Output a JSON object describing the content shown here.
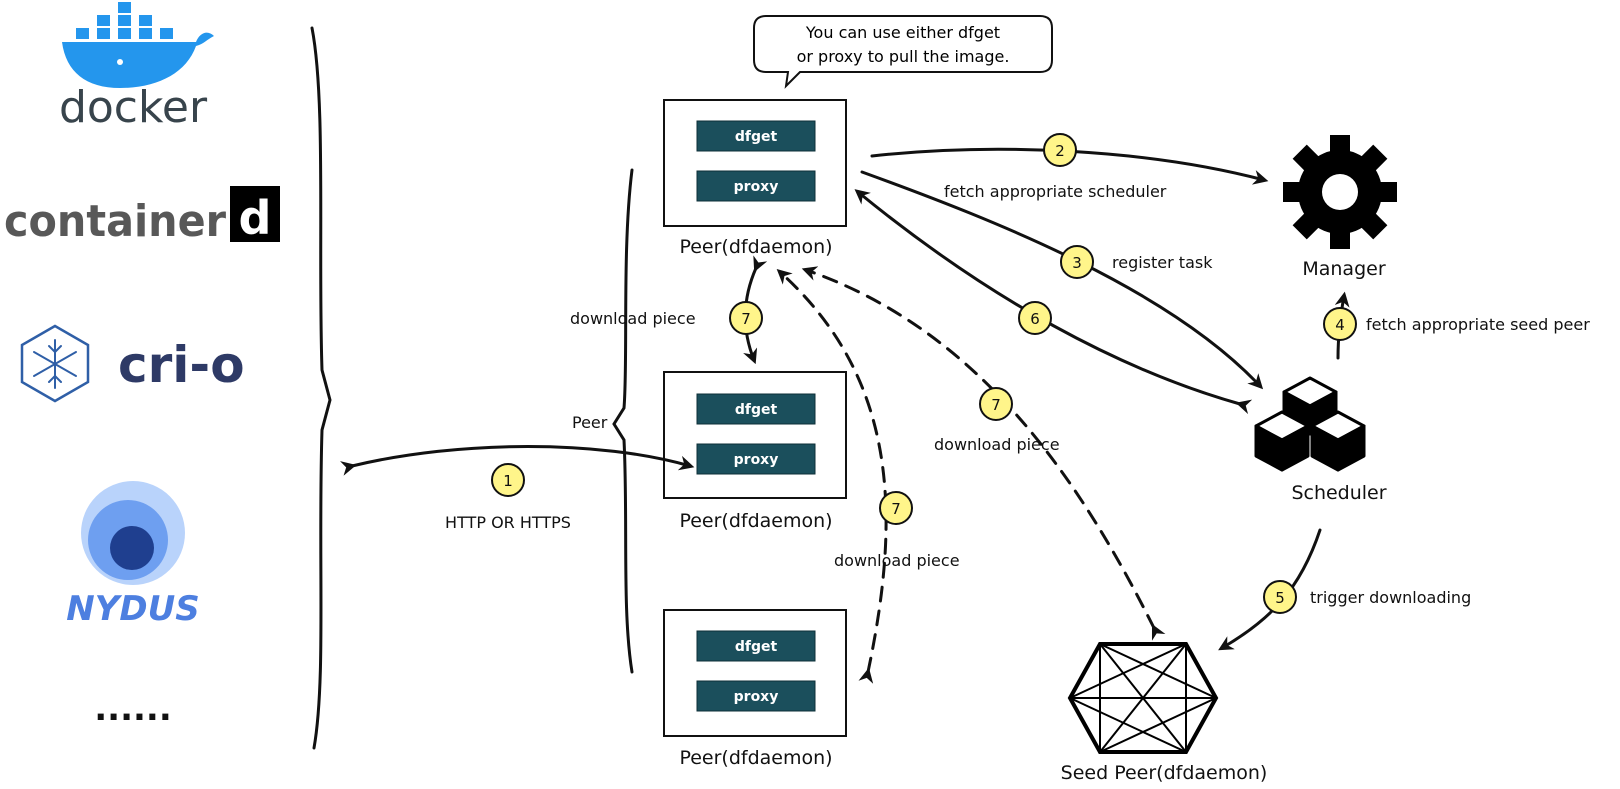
{
  "runtimes": {
    "docker": "docker",
    "containerd_prefix": "container",
    "containerd_letter": "d",
    "crio": "cri-o",
    "nydus": "NYDUS",
    "more": "......"
  },
  "callout": {
    "line1": "You can use either dfget",
    "line2": "or proxy to pull the image."
  },
  "peer": {
    "dfget": "dfget",
    "proxy": "proxy",
    "caption": "Peer(dfdaemon)",
    "group_label": "Peer"
  },
  "nodes": {
    "manager": "Manager",
    "scheduler": "Scheduler",
    "seed_peer": "Seed Peer(dfdaemon)"
  },
  "steps": {
    "s1": {
      "num": "1",
      "label": "HTTP OR HTTPS"
    },
    "s2": {
      "num": "2",
      "label": "fetch appropriate scheduler"
    },
    "s3": {
      "num": "3",
      "label": "register task"
    },
    "s4": {
      "num": "4",
      "label": "fetch appropriate seed peer"
    },
    "s5": {
      "num": "5",
      "label": "trigger downloading"
    },
    "s6": {
      "num": "6"
    },
    "s7a": {
      "num": "7",
      "label": "download piece"
    },
    "s7b": {
      "num": "7",
      "label": "download piece"
    },
    "s7c": {
      "num": "7",
      "label": "download piece"
    }
  },
  "colors": {
    "badge": "#fff58a",
    "button": "#1b4f5c",
    "docker_blue": "#2496ed",
    "crio_navy": "#2e3a66",
    "nydus_blue": "#4d7fe0"
  }
}
